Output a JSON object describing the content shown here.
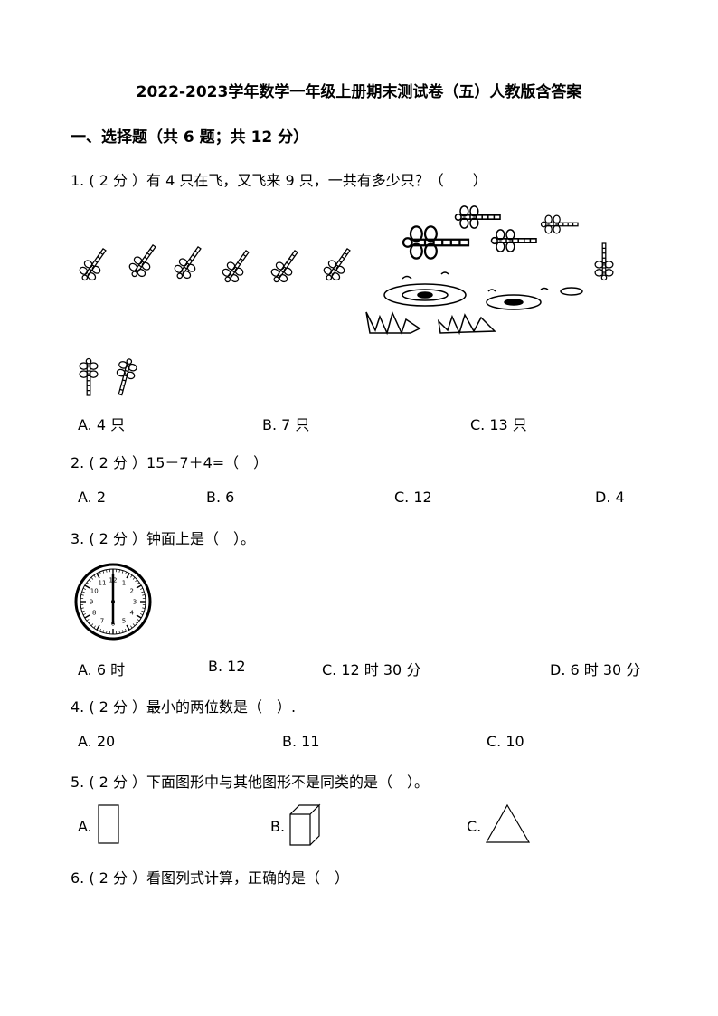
{
  "title": "2022-2023学年数学一年级上册期末测试卷（五）人教版含答案",
  "section": "一、选择题（共 6 题；共 12 分）",
  "questions": [
    {
      "stem": "1. ( 2 分 ）有 4 只在飞，又飞来 9 只，一共有多少只？（　　）",
      "options": [
        "A. 4 只",
        "B. 7 只",
        "C. 13 只"
      ]
    },
    {
      "stem": "2. ( 2 分 ）15－7＋4=（　）",
      "options": [
        "A.  2",
        "B. 6",
        "C. 12",
        "D. 4"
      ]
    },
    {
      "stem": "3. ( 2 分 ）钟面上是（　）。",
      "options": [
        "A. 6 时",
        "B. 12",
        "C. 12 时 30 分",
        "D. 6 时 30 分"
      ]
    },
    {
      "stem": "4. ( 2 分 ）最小的两位数是（　）.",
      "options": [
        "A. 20",
        "B. 11",
        "C. 10"
      ]
    },
    {
      "stem": "5. ( 2 分 ）下面图形中与其他图形不是同类的是（　）。",
      "options": [
        "A.",
        "B.",
        "C."
      ]
    },
    {
      "stem": "6. ( 2 分 ）看图列式计算，正确的是（　）",
      "options": []
    }
  ],
  "clock": {
    "numbers": [
      "12",
      "1",
      "2",
      "3",
      "4",
      "5",
      "6",
      "7",
      "8",
      "9",
      "10",
      "11"
    ],
    "time_shown": "6:00"
  },
  "icons": [
    "dragonfly-icon",
    "clock-icon",
    "rectangle-shape",
    "cuboid-shape",
    "triangle-shape"
  ]
}
